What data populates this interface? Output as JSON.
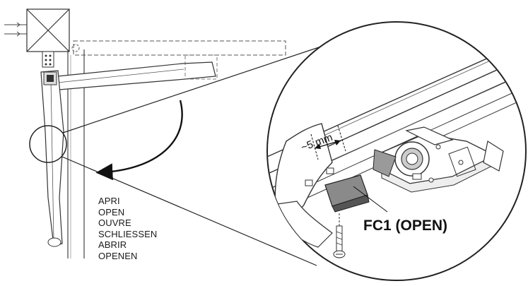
{
  "labels": {
    "distance": "~5 mm",
    "limit_switch": "FC1 (OPEN)"
  },
  "open_directions": [
    "APRI",
    "OPEN",
    "OUVRE",
    "SCHLIESSEN",
    "ABRIR",
    "OPENEN"
  ],
  "icons": {
    "control_box": "junction-box-icon",
    "arrow": "curved-arrow-icon",
    "screw": "screw-icon"
  }
}
